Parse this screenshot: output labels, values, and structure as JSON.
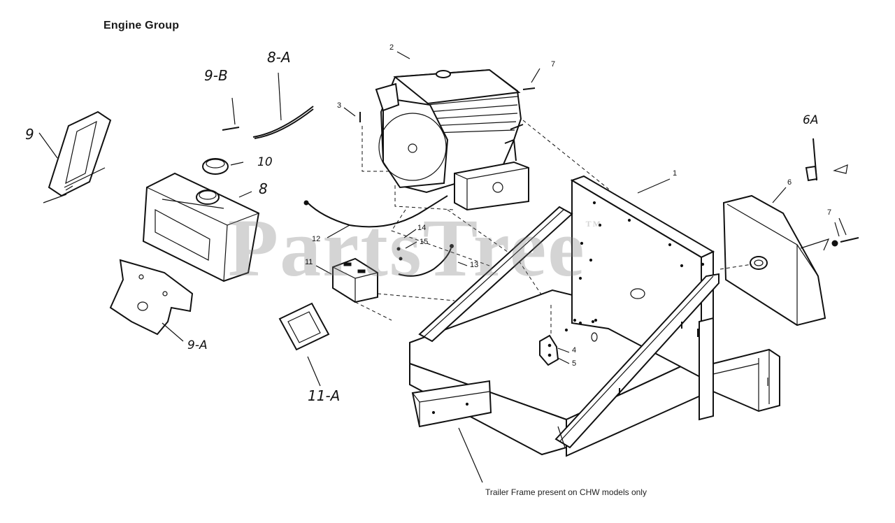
{
  "title": "Engine Group",
  "watermark": "PartsTree",
  "watermark_mark": "TM",
  "note": "Trailer Frame present on CHW models only",
  "callouts": {
    "c1": "1",
    "c2": "2",
    "c3": "3",
    "c4": "4",
    "c5": "5",
    "c6": "6",
    "c6a": "6A",
    "c7a": "7",
    "c7b": "7",
    "c8": "8",
    "c8a": "8-A",
    "c9": "9",
    "c9a": "9-A",
    "c9b": "9-B",
    "c10": "10",
    "c11": "11",
    "c11a": "11-A",
    "c12": "12",
    "c13": "13",
    "c14": "14",
    "c15": "15"
  }
}
